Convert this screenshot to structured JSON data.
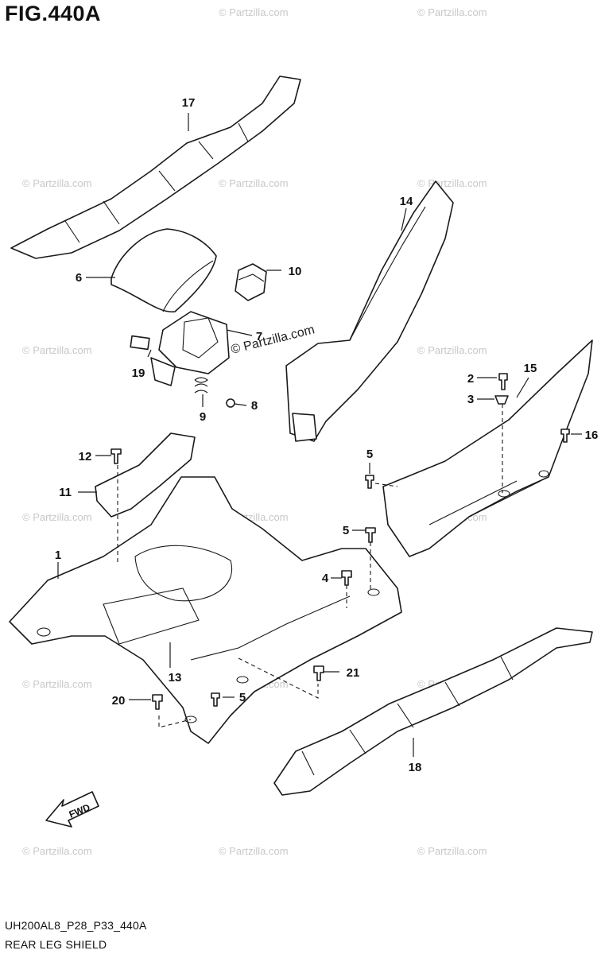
{
  "figure": {
    "title": "FIG.440A",
    "code": "UH200AL8_P28_P33_440A",
    "name": "REAR LEG SHIELD"
  },
  "direction_arrow": {
    "label": "FWD"
  },
  "watermark": {
    "small": "© Partzilla.com",
    "large": "© Partzilla.com"
  },
  "callouts": [
    {
      "id": "c17",
      "label": "17"
    },
    {
      "id": "c6",
      "label": "6"
    },
    {
      "id": "c10",
      "label": "10"
    },
    {
      "id": "c7",
      "label": "7"
    },
    {
      "id": "c19",
      "label": "19"
    },
    {
      "id": "c9",
      "label": "9"
    },
    {
      "id": "c8",
      "label": "8"
    },
    {
      "id": "c14",
      "label": "14"
    },
    {
      "id": "c2",
      "label": "2"
    },
    {
      "id": "c3",
      "label": "3"
    },
    {
      "id": "c15",
      "label": "15"
    },
    {
      "id": "c16",
      "label": "16"
    },
    {
      "id": "c5a",
      "label": "5"
    },
    {
      "id": "c12",
      "label": "12"
    },
    {
      "id": "c11",
      "label": "11"
    },
    {
      "id": "c1",
      "label": "1"
    },
    {
      "id": "c5b",
      "label": "5"
    },
    {
      "id": "c4",
      "label": "4"
    },
    {
      "id": "c13",
      "label": "13"
    },
    {
      "id": "c21",
      "label": "21"
    },
    {
      "id": "c20",
      "label": "20"
    },
    {
      "id": "c5c",
      "label": "5"
    },
    {
      "id": "c18",
      "label": "18"
    }
  ]
}
